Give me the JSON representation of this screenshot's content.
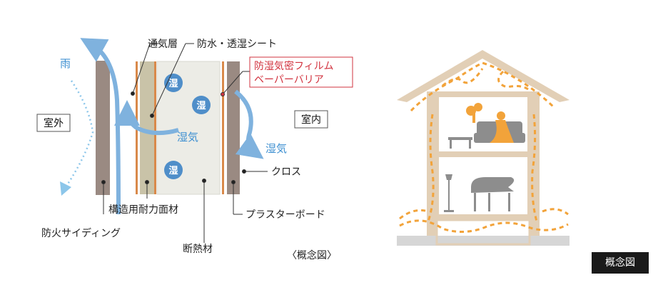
{
  "wall": {
    "labels": {
      "air_layer": "通気層",
      "waterproof_sheet": "防水・透湿シート",
      "vapor_film_line1": "防湿気密フィルム",
      "vapor_film_line2": "ベーパーバリア",
      "rain": "雨",
      "outdoor": "室外",
      "indoor": "室内",
      "moist_air_inner": "湿気",
      "moist_air_outer": "湿気",
      "cloth": "クロス",
      "structural_panel": "構造用耐力面材",
      "plasterboard": "プラスターボード",
      "fire_siding": "防火サイディング",
      "insulation": "断熱材",
      "caption": "〈概念図〉"
    },
    "moisture_badges": [
      "湿",
      "湿",
      "湿"
    ],
    "colors": {
      "siding": "#9a8a82",
      "insulation": "#ecece6",
      "panel": "#c9c3a8",
      "batten": "#d9894a",
      "arrow": "#7fb2de",
      "rain": "#8cc6ea",
      "badge": "#4f8ec9",
      "film": "#d2333f"
    }
  },
  "house": {
    "colors": {
      "wall": "#e2cfb6",
      "airflow": "#f2a33a",
      "furniture": "#8d8d8d",
      "person": "#f2a33a",
      "ground": "#d6d6d6"
    }
  },
  "badge": {
    "label": "概念図"
  }
}
